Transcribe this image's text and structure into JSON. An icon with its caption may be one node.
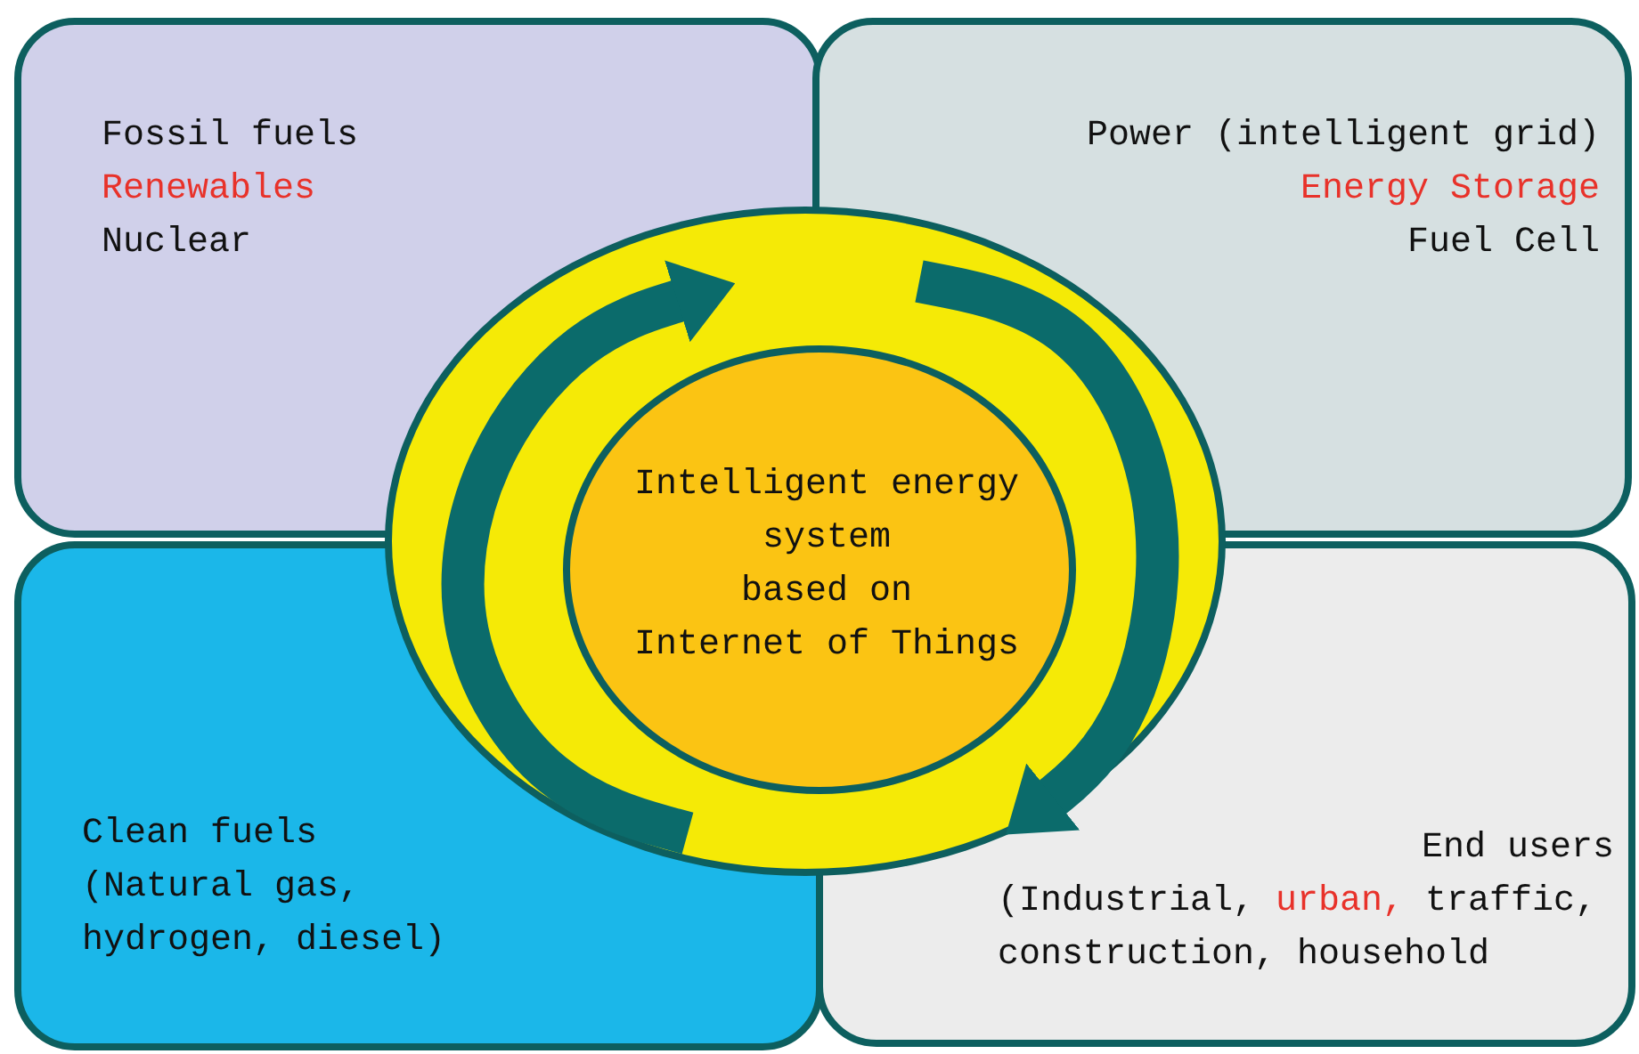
{
  "diagram": {
    "nodes": [
      {
        "text": [
          "Fossil fuels",
          "Renewables",
          "Nuclear"
        ]
      },
      {
        "text": [
          "Power (intelligent grid)",
          "Energy Storage",
          "Fuel Cell"
        ]
      },
      {
        "text": [
          "Clean fuels",
          "(Natural gas, hydrogen, diesel)"
        ]
      },
      {
        "text": [
          "End users",
          "(Industrial, urban, traffic, construction, household"
        ]
      },
      {
        "text": [],
        "shape": "circle"
      },
      {
        "text": [
          "Intelligent energy system based on Internet of Things"
        ],
        "in": 4
      }
    ],
    "edges": [
      {
        "from": 2,
        "to": 0,
        "arrow": "to"
      },
      {
        "from": 1,
        "to": 3,
        "arrow": "to"
      }
    ]
  }
}
